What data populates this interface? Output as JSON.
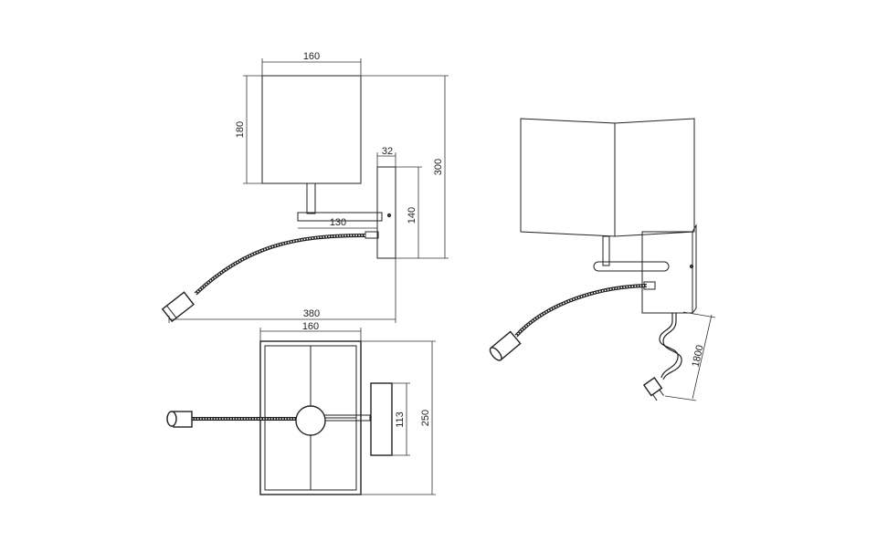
{
  "dimensions": {
    "side_shade_width": "160",
    "side_shade_height": "180",
    "side_base_depth": "32",
    "side_arm_length": "130",
    "side_base_height": "140",
    "side_total_height": "300",
    "side_total_length": "380",
    "top_shade_width": "160",
    "top_base_width": "113",
    "top_total_depth": "250",
    "cable_length": "1800"
  }
}
